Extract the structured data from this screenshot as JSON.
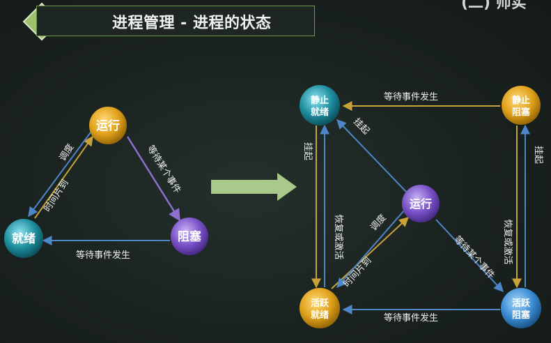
{
  "header": {
    "title": "进程管理 - 进程的状态",
    "top_right": "(二) 师实"
  },
  "left_diagram": {
    "nodes": {
      "running": "运行",
      "ready": "就绪",
      "blocked": "阻塞"
    },
    "edges": {
      "schedule": "调度",
      "timeslice": "时间片到",
      "wait_event": "等待某个事件",
      "event_occurs": "等待事件发生"
    }
  },
  "right_diagram": {
    "nodes": {
      "static_ready": [
        "静止",
        "就绪"
      ],
      "static_blocked": [
        "静止",
        "阻塞"
      ],
      "running": "运行",
      "active_ready": [
        "活跃",
        "就绪"
      ],
      "active_blocked": [
        "活跃",
        "阻塞"
      ]
    },
    "edges": {
      "top_event": "等待事件发生",
      "bottom_event": "等待事件发生",
      "suspend_left": "挂起",
      "suspend_diag": "挂起",
      "suspend_right": "挂起",
      "resume_left": "恢复或激活",
      "resume_right": "恢复或激活",
      "schedule": "调度",
      "timeslice": "时间片到",
      "wait_event": "等待某个事件"
    }
  },
  "colors": {
    "running": "#e0a11b",
    "ready": "#1f8fa0",
    "blocked": "#7a52c8",
    "arrow_yellow": "#c9a23a",
    "arrow_blue": "#4f86c8",
    "arrow_purple": "#8c6fd0",
    "big_arrow": "#a9c98a",
    "title_border": "#6f9a4a"
  }
}
